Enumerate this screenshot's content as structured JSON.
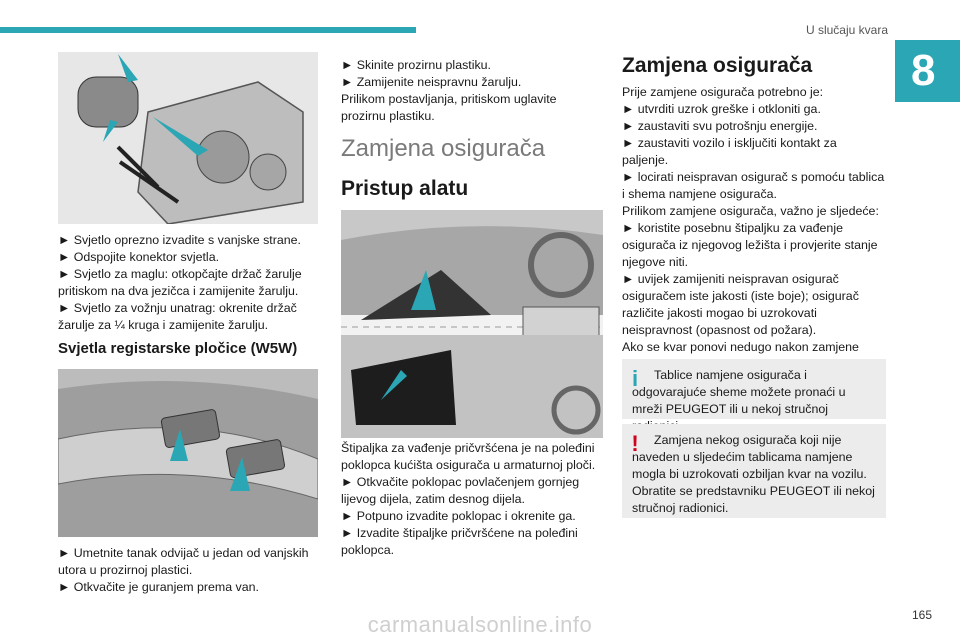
{
  "header": {
    "title": "U slučaju kvara",
    "chapter": "8"
  },
  "col1": {
    "steps_top": [
      "► Svjetlo oprezno izvadite s vanjske strane.",
      "► Odspojite konektor svjetla.",
      "► Svjetlo za maglu: otkopčajte držač žarulje pritiskom na dva jezičca i zamijenite žarulju.",
      "► Svjetlo za vožnju unatrag: okrenite držač žarulje za ¼ kruga i zamijenite žarulju."
    ],
    "heading": "Svjetla registarske pločice (W5W)",
    "steps_bottom": [
      "► Umetnite tanak odvijač u jedan od vanjskih utora u prozirnoj plastici.",
      "► Otkvačite je guranjem prema van."
    ]
  },
  "col2": {
    "top_lines": [
      "► Skinite prozirnu plastiku.",
      "► Zamijenite neispravnu žarulju.",
      "Prilikom postavljanja, pritiskom uglavite prozirnu plastiku."
    ],
    "section_title": "Zamjena osigurača",
    "sub_title": "Pristup alatu",
    "body": [
      "Štipaljka za vađenje pričvršćena je na poleđini poklopca kućišta osigurača u armaturnoj ploči.",
      "► Otkvačite poklopac povlačenjem gornjeg lijevog dijela, zatim desnog dijela.",
      "► Potpuno izvadite poklopac i okrenite ga.",
      "► Izvadite štipaljke pričvršćene na poleđini poklopca."
    ]
  },
  "col3": {
    "title": "Zamjena osigurača",
    "lines": [
      "Prije zamjene osigurača potrebno je:",
      "► utvrditi uzrok greške i otkloniti ga.",
      "► zaustaviti svu potrošnju energije.",
      "► zaustaviti vozilo i isključiti kontakt za paljenje.",
      "► locirati neispravan osigurač s pomoću tablica i shema namjene osigurača.",
      "Prilikom zamjene osigurača, važno je sljedeće:",
      "► koristite posebnu štipaljku za vađenje osigurača iz njegovog ležišta i provjerite stanje njegove niti.",
      "► uvijek zamijeniti neispravan osigurač osiguračem iste jakosti (iste boje); osigurač različite jakosti mogao bi uzrokovati neispravnost (opasnost od požara).",
      "Ako se kvar ponovi nedugo nakon zamjene osigurača, dajte provjeriti električnu opremu u mreži PEUGEOT ili u nekoj stručnoj radionici."
    ],
    "info": "Tablice namjene osigurača i odgovarajuće sheme možete pronaći u mreži PEUGEOT ili u nekoj stručnoj radionici.",
    "warning": "Zamjena nekog osigurača koji nije naveden u sljedećim tablicama namjene mogla bi uzrokovati ozbiljan kvar na vozilu. Obratite se predstavniku PEUGEOT ili nekoj stručnoj radionici."
  },
  "footer": {
    "page": "165",
    "watermark": "carmanualsonline.info"
  },
  "colors": {
    "accent": "#2aa6b4",
    "warning": "#d0021b",
    "box_bg": "#ececec"
  }
}
